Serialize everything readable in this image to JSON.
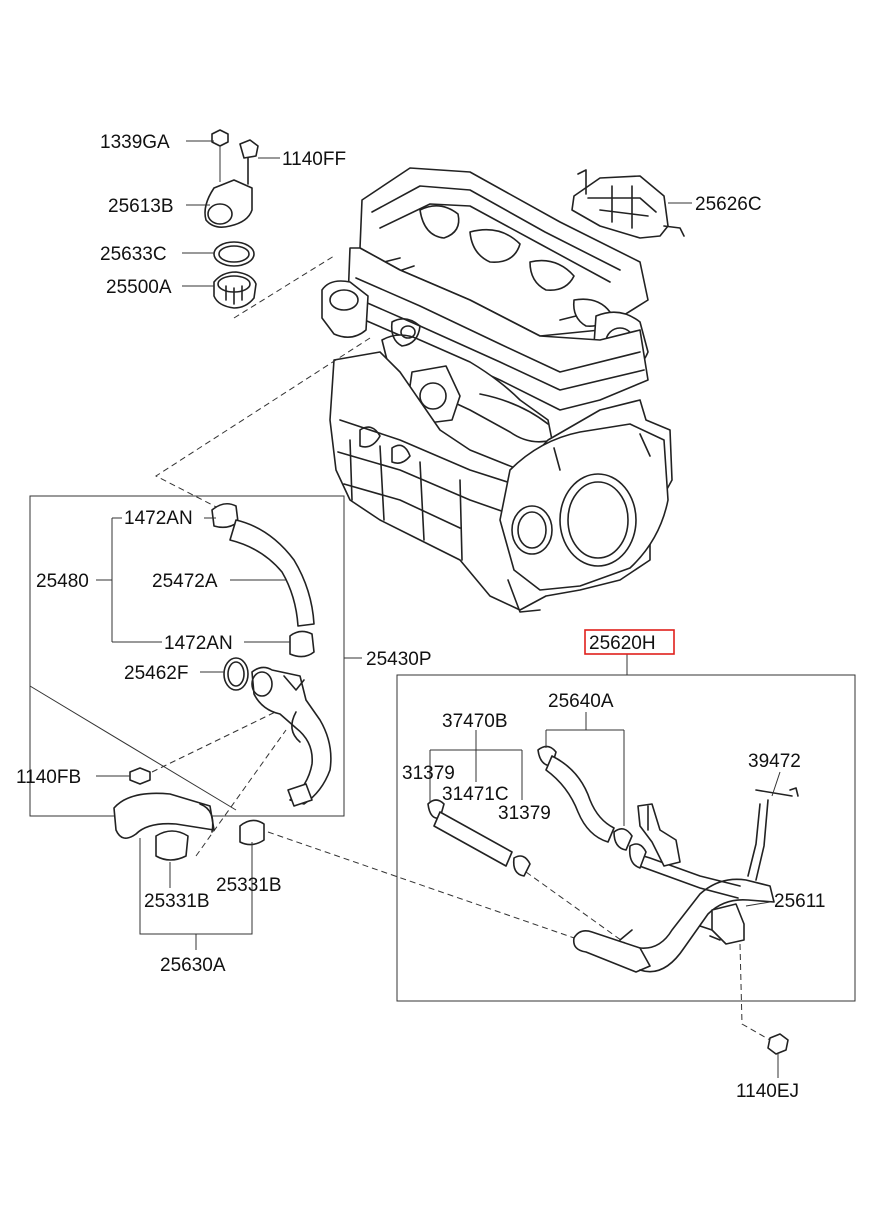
{
  "diagram": {
    "labels": {
      "p1339GA": "1339GA",
      "p1140FF": "1140FF",
      "p25613B": "25613B",
      "p25633C": "25633C",
      "p25500A": "25500A",
      "p25626C": "25626C",
      "p1472AN_top": "1472AN",
      "p25480": "25480",
      "p25472A": "25472A",
      "p1472AN_bot": "1472AN",
      "p25462F": "25462F",
      "p25430P": "25430P",
      "p1140FB": "1140FB",
      "p25331B_left": "25331B",
      "p25331B_right": "25331B",
      "p25630A": "25630A",
      "p25620H": "25620H",
      "p37470B": "37470B",
      "p25640A": "25640A",
      "p39472": "39472",
      "p31379_left": "31379",
      "p31471C": "31471C",
      "p31379_right": "31379",
      "p25611": "25611",
      "p1140EJ": "1140EJ"
    },
    "highlight_color": "#e0201c"
  }
}
